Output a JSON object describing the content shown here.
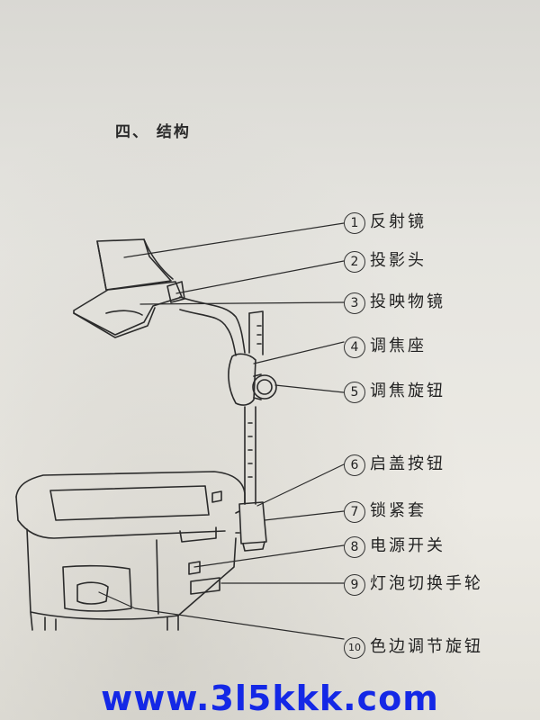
{
  "heading": "四、 结构",
  "parts": [
    {
      "num": "1",
      "label": "反射镜"
    },
    {
      "num": "2",
      "label": "投影头"
    },
    {
      "num": "3",
      "label": "投映物镜"
    },
    {
      "num": "4",
      "label": "调焦座"
    },
    {
      "num": "5",
      "label": "调焦旋钮"
    },
    {
      "num": "6",
      "label": "启盖按钮"
    },
    {
      "num": "7",
      "label": "锁紧套"
    },
    {
      "num": "8",
      "label": "电源开关"
    },
    {
      "num": "9",
      "label": "灯泡切换手轮"
    },
    {
      "num": "10",
      "label": "色边调节旋钮"
    }
  ],
  "watermark": "www.3l5kkk.com",
  "colors": {
    "ink": "#2b2b2b",
    "watermark": "#1428e6",
    "paper": "#e6e5e0"
  }
}
